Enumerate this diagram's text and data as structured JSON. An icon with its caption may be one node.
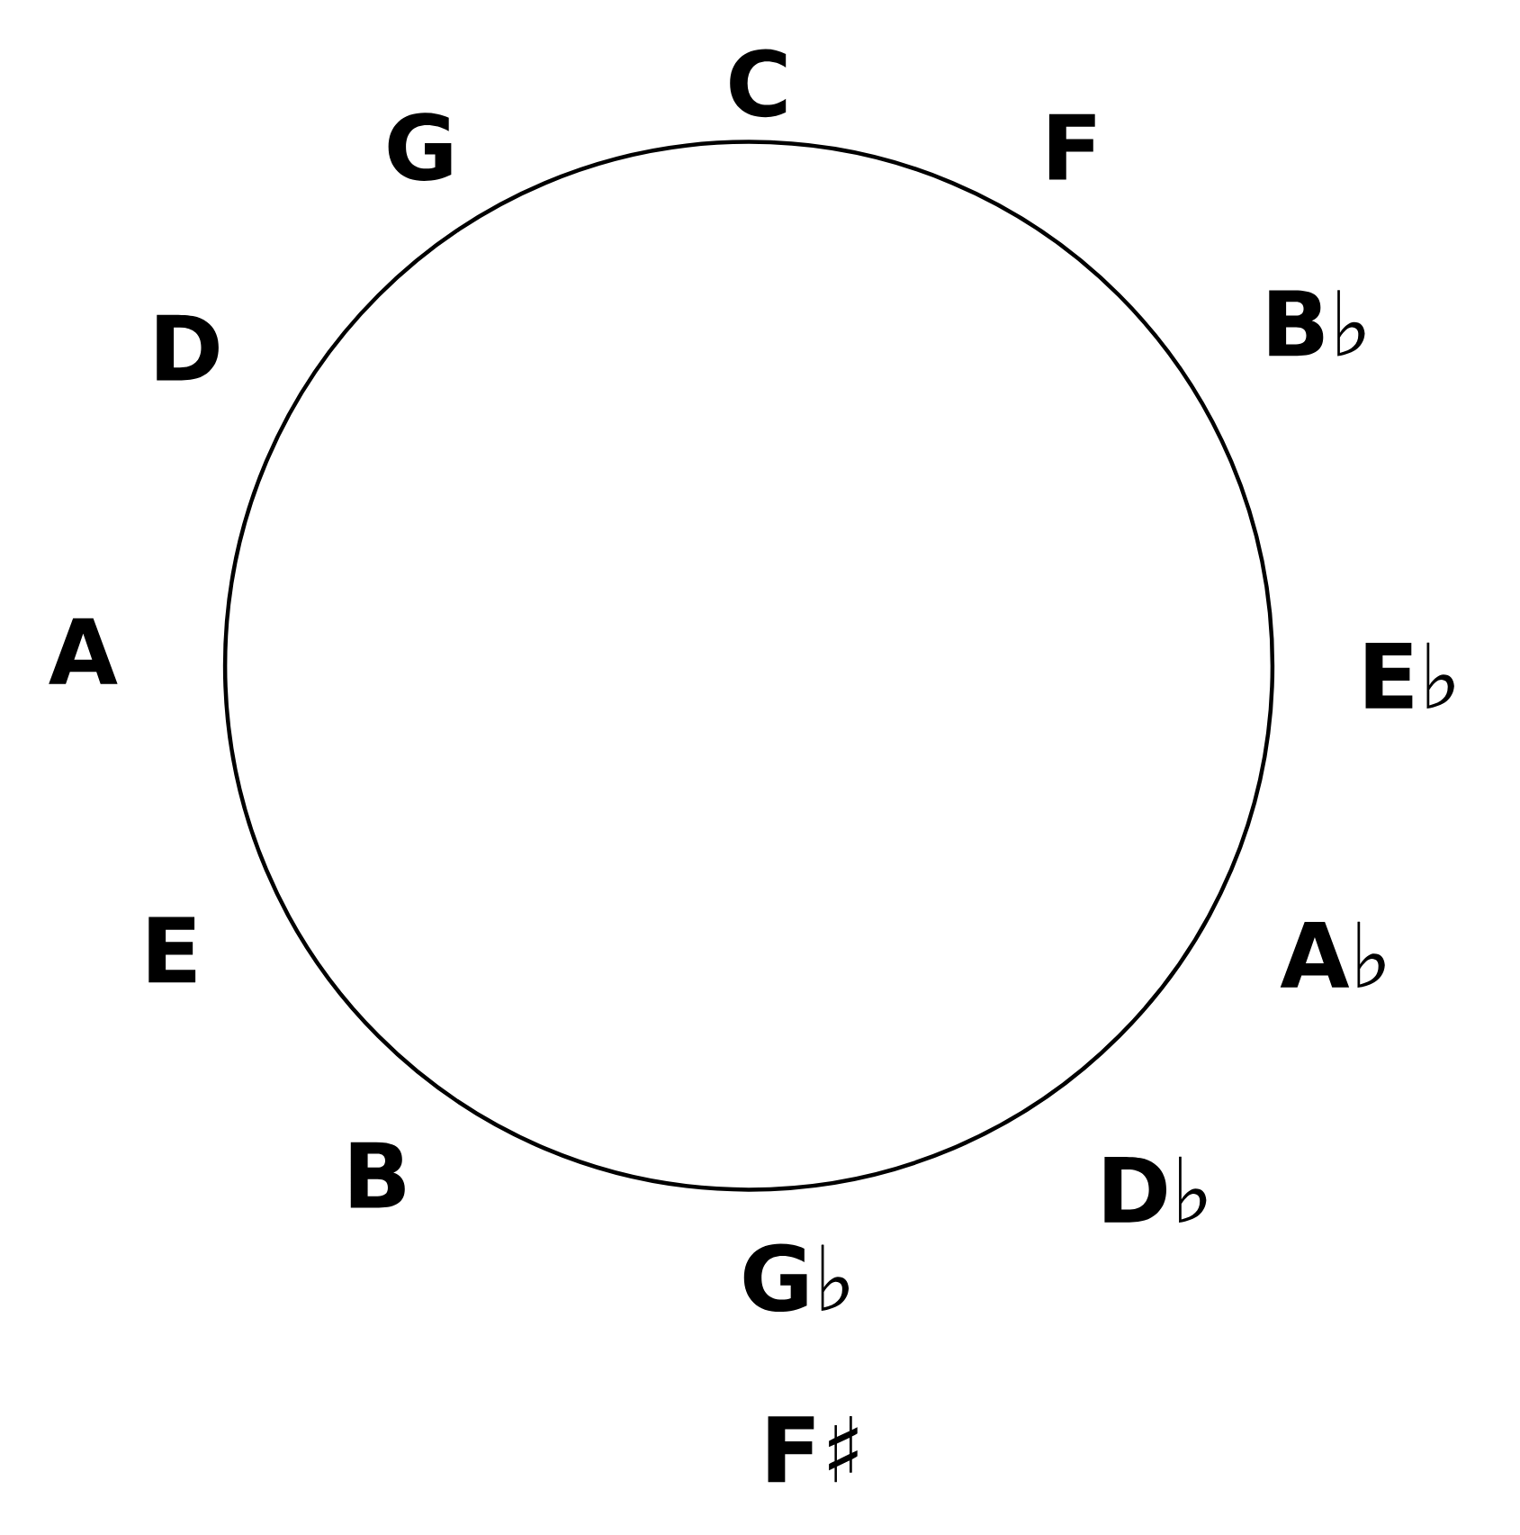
{
  "diagram": {
    "labels": [
      "C",
      "F",
      "B♭",
      "E♭",
      "A♭",
      "D♭",
      "G♭",
      "F♯",
      "B",
      "E",
      "A",
      "D",
      "G"
    ]
  }
}
